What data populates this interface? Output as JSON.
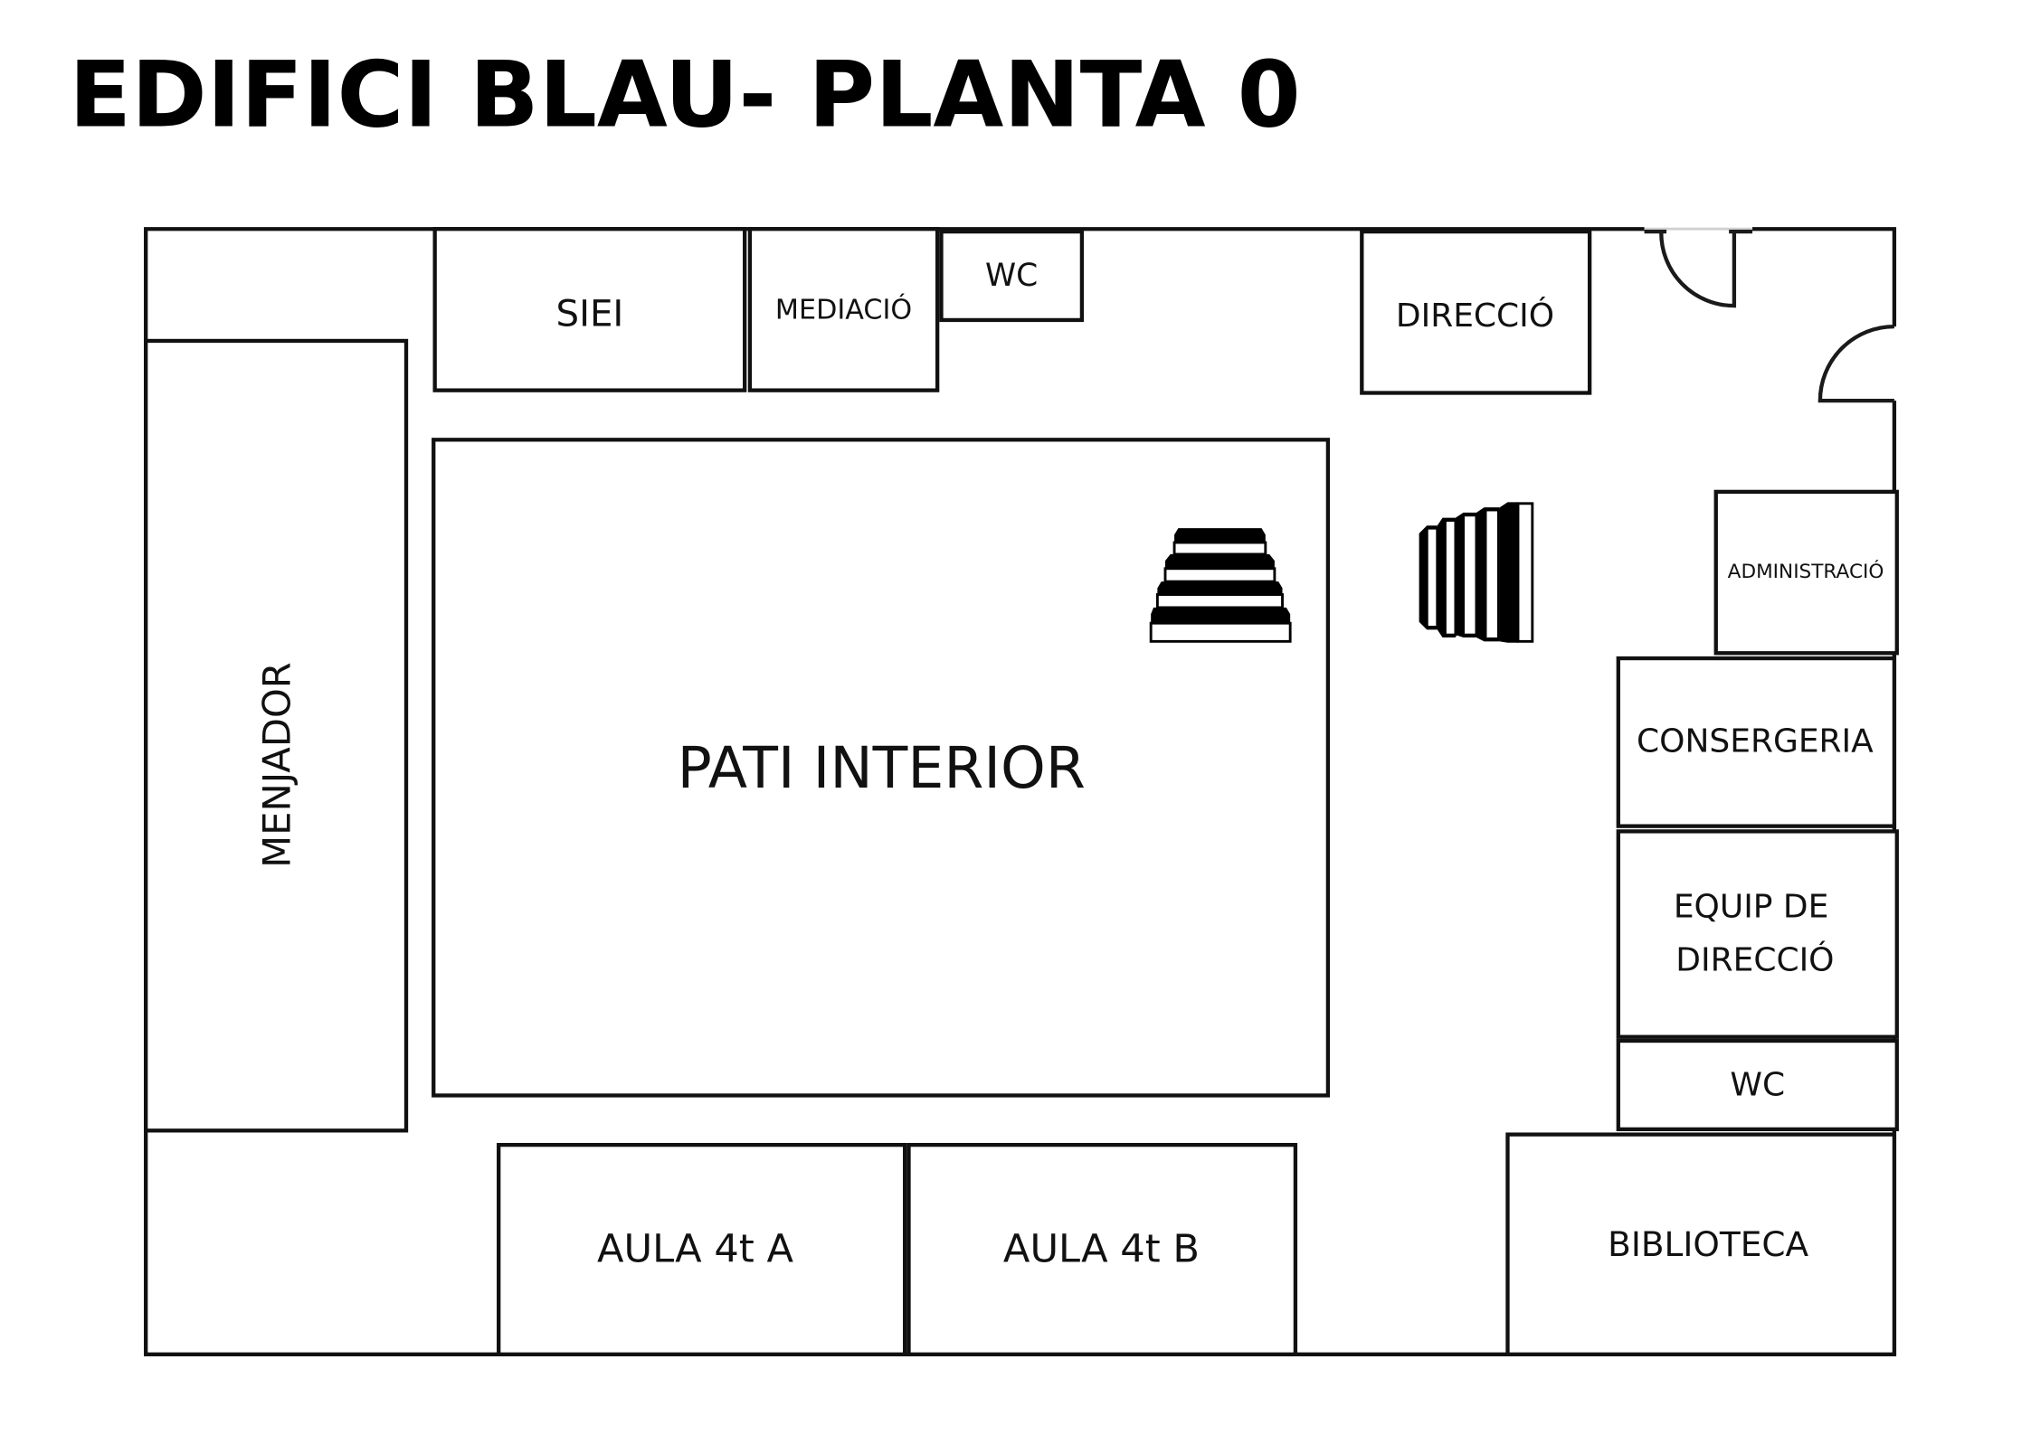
{
  "title": "EDIFICI BLAU- PLANTA 0",
  "colors": {
    "wall": "#111111",
    "background": "#ffffff",
    "text": "#111111"
  },
  "rooms": {
    "siei": "SIEI",
    "mediacio": "MEDIACIÓ",
    "wc_top": "WC",
    "direccio": "DIRECCIÓ",
    "menjador": "MENJADOR",
    "pati_interior": "PATI INTERIOR",
    "administracio": "ADMINISTRACIÓ",
    "consergeria": "CONSERGERIA",
    "equip_direccio_line1": "EQUIP DE",
    "equip_direccio_line2": "DIRECCIÓ",
    "wc_right": "WC",
    "biblioteca": "BIBLIOTECA",
    "aula_4t_a": "AULA 4t A",
    "aula_4t_b": "AULA 4t B"
  },
  "icons": {
    "stairs_pati": "stairs-icon",
    "stairs_hall": "stairs-icon",
    "door_top": "door-icon",
    "door_right": "door-icon"
  }
}
